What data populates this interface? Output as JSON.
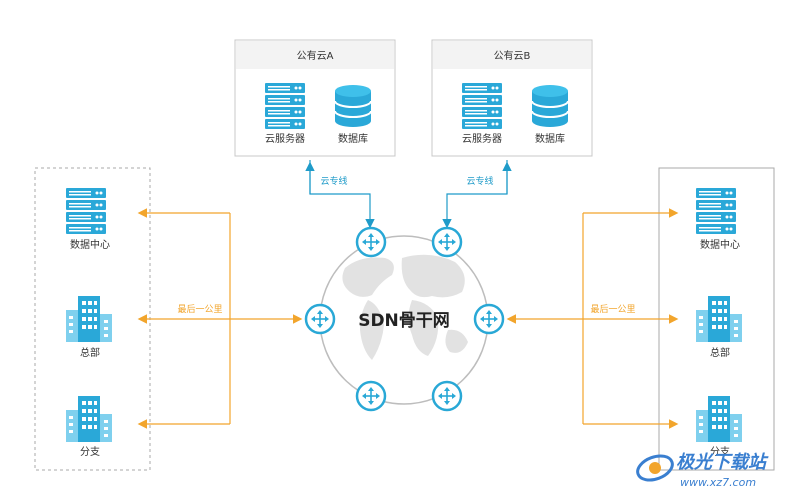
{
  "cloud_a": {
    "title": "公有云A",
    "server_label": "云服务器",
    "db_label": "数据库"
  },
  "cloud_b": {
    "title": "公有云B",
    "server_label": "云服务器",
    "db_label": "数据库"
  },
  "dedicated_line": "云专线",
  "last_mile": "最后一公里",
  "core": "SDN骨干网",
  "left_sites": {
    "datacenter": "数据中心",
    "hq": "总部",
    "branch": "分支"
  },
  "right_sites": {
    "datacenter": "数据中心",
    "hq": "总部",
    "branch": "分支"
  },
  "watermark": {
    "text": "极光下载站",
    "url": "www.xz7.com"
  },
  "colors": {
    "teal": "#29a8d6",
    "orange": "#f2a52c",
    "accent": "#1f9bc9",
    "border": "#c8c8c8"
  }
}
